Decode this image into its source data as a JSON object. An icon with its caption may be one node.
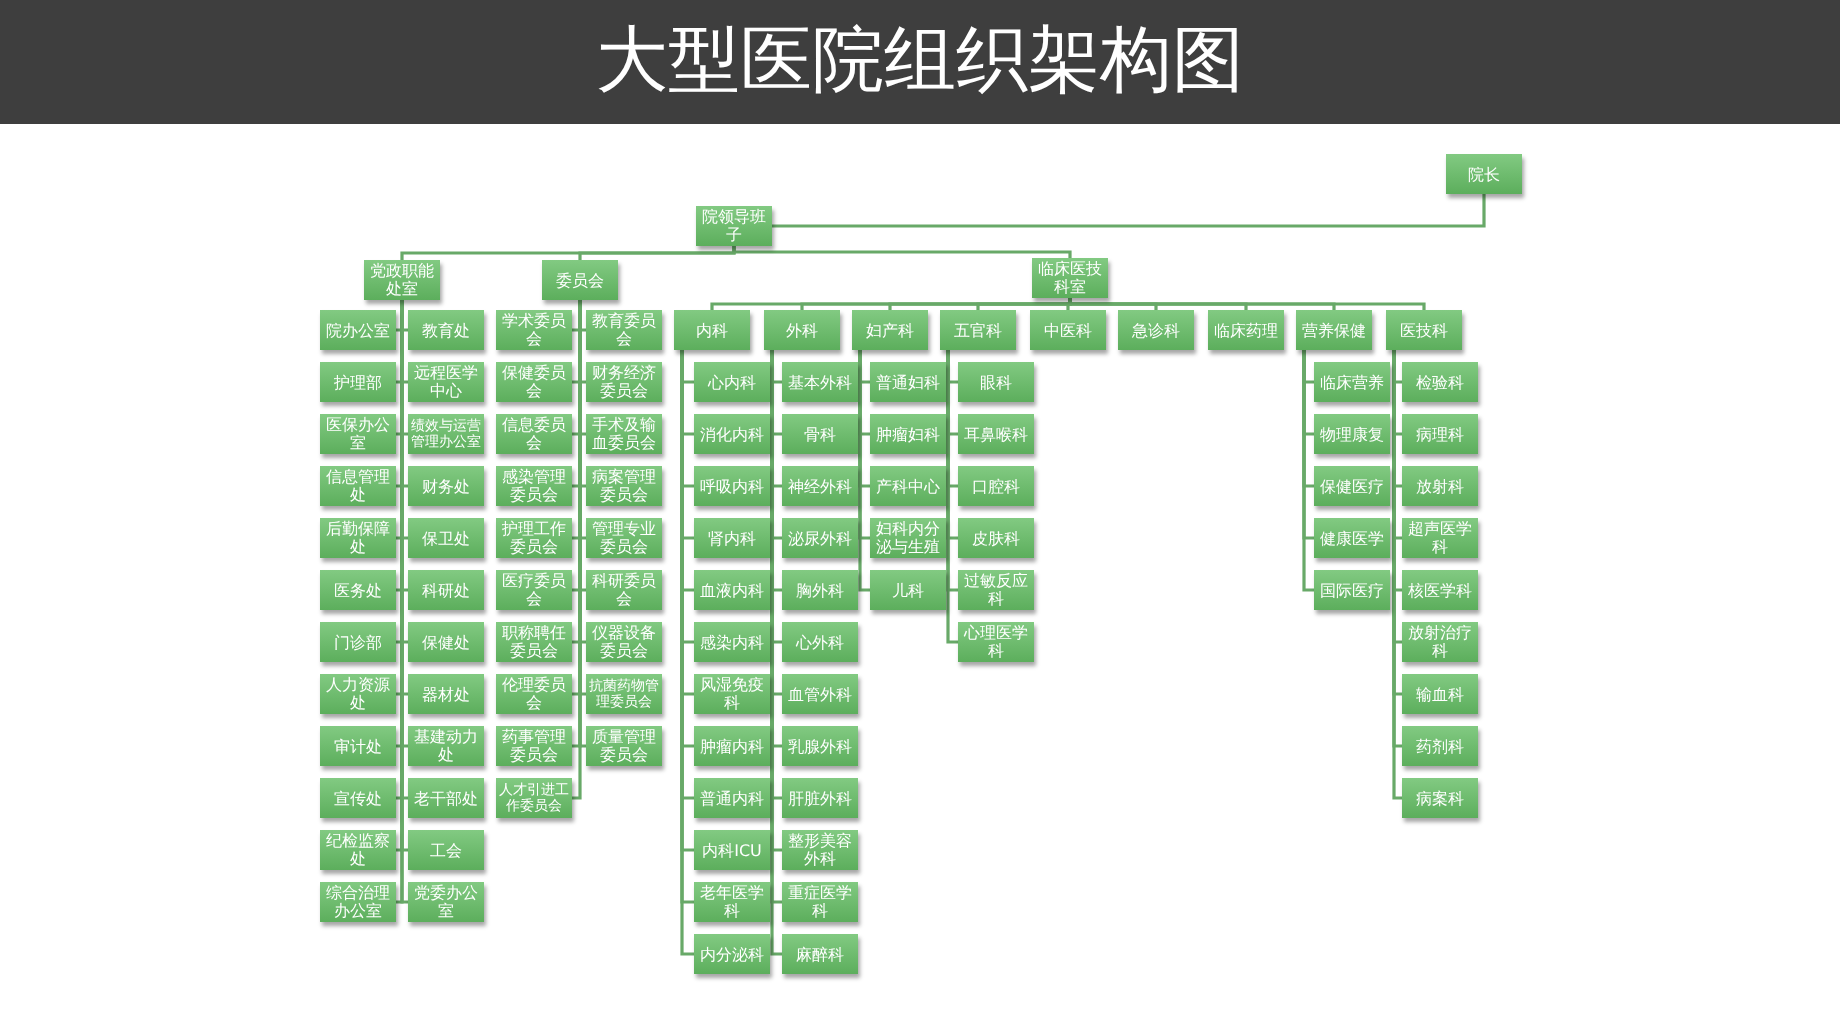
{
  "diagram": {
    "title": "大型医院组织架构图",
    "nodes": [
      {
        "text": [
          "院长"
        ]
      },
      {
        "text": [
          "院领导班子"
        ]
      },
      {
        "text": [
          "党政职能处室"
        ]
      },
      {
        "text": [
          "委员会"
        ]
      },
      {
        "text": [
          "临床医技科室"
        ]
      },
      {
        "text": [
          "院办公室"
        ]
      },
      {
        "text": [
          "教育处"
        ]
      },
      {
        "text": [
          "护理部"
        ]
      },
      {
        "text": [
          "远程医学中心"
        ]
      },
      {
        "text": [
          "医保办公室"
        ]
      },
      {
        "text": [
          "绩效与运营管理办公室"
        ]
      },
      {
        "text": [
          "信息管理处"
        ]
      },
      {
        "text": [
          "财务处"
        ]
      },
      {
        "text": [
          "后勤保障处"
        ]
      },
      {
        "text": [
          "保卫处"
        ]
      },
      {
        "text": [
          "医务处"
        ]
      },
      {
        "text": [
          "科研处"
        ]
      },
      {
        "text": [
          "门诊部"
        ]
      },
      {
        "text": [
          "保健处"
        ]
      },
      {
        "text": [
          "人力资源处"
        ]
      },
      {
        "text": [
          "器材处"
        ]
      },
      {
        "text": [
          "审计处"
        ]
      },
      {
        "text": [
          "基建动力处"
        ]
      },
      {
        "text": [
          "宣传处"
        ]
      },
      {
        "text": [
          "老干部处"
        ]
      },
      {
        "text": [
          "纪检监察处"
        ]
      },
      {
        "text": [
          "工会"
        ]
      },
      {
        "text": [
          "综合治理办公室"
        ]
      },
      {
        "text": [
          "党委办公室"
        ]
      },
      {
        "text": [
          "学术委员会"
        ]
      },
      {
        "text": [
          "教育委员会"
        ]
      },
      {
        "text": [
          "保健委员会"
        ]
      },
      {
        "text": [
          "财务经济委员会"
        ]
      },
      {
        "text": [
          "信息委员会"
        ]
      },
      {
        "text": [
          "手术及输血委员会"
        ]
      },
      {
        "text": [
          "感染管理委员会"
        ]
      },
      {
        "text": [
          "病案管理委员会"
        ]
      },
      {
        "text": [
          "护理工作委员会"
        ]
      },
      {
        "text": [
          "管理专业委员会"
        ]
      },
      {
        "text": [
          "医疗委员会"
        ]
      },
      {
        "text": [
          "科研委员会"
        ]
      },
      {
        "text": [
          "职称聘任委员会"
        ]
      },
      {
        "text": [
          "仪器设备委员会"
        ]
      },
      {
        "text": [
          "伦理委员会"
        ]
      },
      {
        "text": [
          "抗菌药物管理委员会"
        ]
      },
      {
        "text": [
          "药事管理委员会"
        ]
      },
      {
        "text": [
          "质量管理委员会"
        ]
      },
      {
        "text": [
          "人才引进工作委员会"
        ]
      },
      {
        "text": [
          "内科"
        ]
      },
      {
        "text": [
          "外科"
        ]
      },
      {
        "text": [
          "妇产科"
        ]
      },
      {
        "text": [
          "五官科"
        ]
      },
      {
        "text": [
          "中医科"
        ]
      },
      {
        "text": [
          "急诊科"
        ]
      },
      {
        "text": [
          "临床药理"
        ]
      },
      {
        "text": [
          "营养保健"
        ]
      },
      {
        "text": [
          "医技科"
        ]
      },
      {
        "text": [
          "心内科"
        ]
      },
      {
        "text": [
          "消化内科"
        ]
      },
      {
        "text": [
          "呼吸内科"
        ]
      },
      {
        "text": [
          "肾内科"
        ]
      },
      {
        "text": [
          "血液内科"
        ]
      },
      {
        "text": [
          "感染内科"
        ]
      },
      {
        "text": [
          "风湿免疫科"
        ]
      },
      {
        "text": [
          "肿瘤内科"
        ]
      },
      {
        "text": [
          "普通内科"
        ]
      },
      {
        "text": [
          "内科ICU"
        ]
      },
      {
        "text": [
          "老年医学科"
        ]
      },
      {
        "text": [
          "内分泌科"
        ]
      },
      {
        "text": [
          "基本外科"
        ]
      },
      {
        "text": [
          "骨科"
        ]
      },
      {
        "text": [
          "神经外科"
        ]
      },
      {
        "text": [
          "泌尿外科"
        ]
      },
      {
        "text": [
          "胸外科"
        ]
      },
      {
        "text": [
          "心外科"
        ]
      },
      {
        "text": [
          "血管外科"
        ]
      },
      {
        "text": [
          "乳腺外科"
        ]
      },
      {
        "text": [
          "肝脏外科"
        ]
      },
      {
        "text": [
          "整形美容外科"
        ]
      },
      {
        "text": [
          "重症医学科"
        ]
      },
      {
        "text": [
          "麻醉科"
        ]
      },
      {
        "text": [
          "普通妇科"
        ]
      },
      {
        "text": [
          "肿瘤妇科"
        ]
      },
      {
        "text": [
          "产科中心"
        ]
      },
      {
        "text": [
          "妇科内分泌与生殖"
        ]
      },
      {
        "text": [
          "儿科"
        ]
      },
      {
        "text": [
          "眼科"
        ]
      },
      {
        "text": [
          "耳鼻喉科"
        ]
      },
      {
        "text": [
          "口腔科"
        ]
      },
      {
        "text": [
          "皮肤科"
        ]
      },
      {
        "text": [
          "过敏反应科"
        ]
      },
      {
        "text": [
          "心理医学科"
        ]
      },
      {
        "text": [
          "临床营养"
        ]
      },
      {
        "text": [
          "物理康复"
        ]
      },
      {
        "text": [
          "保健医疗"
        ]
      },
      {
        "text": [
          "健康医学"
        ]
      },
      {
        "text": [
          "国际医疗"
        ]
      },
      {
        "text": [
          "检验科"
        ]
      },
      {
        "text": [
          "病理科"
        ]
      },
      {
        "text": [
          "放射科"
        ]
      },
      {
        "text": [
          "超声医学科"
        ]
      },
      {
        "text": [
          "核医学科"
        ]
      },
      {
        "text": [
          "放射治疗科"
        ]
      },
      {
        "text": [
          "输血科"
        ]
      },
      {
        "text": [
          "药剂科"
        ]
      },
      {
        "text": [
          "病案科"
        ]
      }
    ],
    "edges": [
      {
        "from": 0,
        "to": 1,
        "arrow": "none"
      },
      {
        "from": 1,
        "to": 2,
        "arrow": "none"
      },
      {
        "from": 1,
        "to": 3,
        "arrow": "none"
      },
      {
        "from": 1,
        "to": 4,
        "arrow": "none"
      },
      {
        "from": 2,
        "to": 5,
        "arrow": "none"
      },
      {
        "from": 2,
        "to": 6,
        "arrow": "none"
      },
      {
        "from": 2,
        "to": 7,
        "arrow": "none"
      },
      {
        "from": 2,
        "to": 8,
        "arrow": "none"
      },
      {
        "from": 2,
        "to": 9,
        "arrow": "none"
      },
      {
        "from": 2,
        "to": 10,
        "arrow": "none"
      },
      {
        "from": 2,
        "to": 11,
        "arrow": "none"
      },
      {
        "from": 2,
        "to": 12,
        "arrow": "none"
      },
      {
        "from": 2,
        "to": 13,
        "arrow": "none"
      },
      {
        "from": 2,
        "to": 14,
        "arrow": "none"
      },
      {
        "from": 2,
        "to": 15,
        "arrow": "none"
      },
      {
        "from": 2,
        "to": 16,
        "arrow": "none"
      },
      {
        "from": 2,
        "to": 17,
        "arrow": "none"
      },
      {
        "from": 2,
        "to": 18,
        "arrow": "none"
      },
      {
        "from": 2,
        "to": 19,
        "arrow": "none"
      },
      {
        "from": 2,
        "to": 20,
        "arrow": "none"
      },
      {
        "from": 2,
        "to": 21,
        "arrow": "none"
      },
      {
        "from": 2,
        "to": 22,
        "arrow": "none"
      },
      {
        "from": 2,
        "to": 23,
        "arrow": "none"
      },
      {
        "from": 2,
        "to": 24,
        "arrow": "none"
      },
      {
        "from": 2,
        "to": 25,
        "arrow": "none"
      },
      {
        "from": 2,
        "to": 26,
        "arrow": "none"
      },
      {
        "from": 2,
        "to": 27,
        "arrow": "none"
      },
      {
        "from": 2,
        "to": 28,
        "arrow": "none"
      },
      {
        "from": 3,
        "to": 29,
        "arrow": "none"
      },
      {
        "from": 3,
        "to": 30,
        "arrow": "none"
      },
      {
        "from": 3,
        "to": 31,
        "arrow": "none"
      },
      {
        "from": 3,
        "to": 32,
        "arrow": "none"
      },
      {
        "from": 3,
        "to": 33,
        "arrow": "none"
      },
      {
        "from": 3,
        "to": 34,
        "arrow": "none"
      },
      {
        "from": 3,
        "to": 35,
        "arrow": "none"
      },
      {
        "from": 3,
        "to": 36,
        "arrow": "none"
      },
      {
        "from": 3,
        "to": 37,
        "arrow": "none"
      },
      {
        "from": 3,
        "to": 38,
        "arrow": "none"
      },
      {
        "from": 3,
        "to": 39,
        "arrow": "none"
      },
      {
        "from": 3,
        "to": 40,
        "arrow": "none"
      },
      {
        "from": 3,
        "to": 41,
        "arrow": "none"
      },
      {
        "from": 3,
        "to": 42,
        "arrow": "none"
      },
      {
        "from": 3,
        "to": 43,
        "arrow": "none"
      },
      {
        "from": 3,
        "to": 44,
        "arrow": "none"
      },
      {
        "from": 3,
        "to": 45,
        "arrow": "none"
      },
      {
        "from": 3,
        "to": 46,
        "arrow": "none"
      },
      {
        "from": 3,
        "to": 47,
        "arrow": "none"
      },
      {
        "from": 4,
        "to": 48,
        "arrow": "none"
      },
      {
        "from": 4,
        "to": 49,
        "arrow": "none"
      },
      {
        "from": 4,
        "to": 50,
        "arrow": "none"
      },
      {
        "from": 4,
        "to": 51,
        "arrow": "none"
      },
      {
        "from": 4,
        "to": 52,
        "arrow": "none"
      },
      {
        "from": 4,
        "to": 53,
        "arrow": "none"
      },
      {
        "from": 4,
        "to": 54,
        "arrow": "none"
      },
      {
        "from": 4,
        "to": 55,
        "arrow": "none"
      },
      {
        "from": 4,
        "to": 56,
        "arrow": "none"
      },
      {
        "from": 48,
        "to": 57,
        "arrow": "none"
      },
      {
        "from": 48,
        "to": 58,
        "arrow": "none"
      },
      {
        "from": 48,
        "to": 59,
        "arrow": "none"
      },
      {
        "from": 48,
        "to": 60,
        "arrow": "none"
      },
      {
        "from": 48,
        "to": 61,
        "arrow": "none"
      },
      {
        "from": 48,
        "to": 62,
        "arrow": "none"
      },
      {
        "from": 48,
        "to": 63,
        "arrow": "none"
      },
      {
        "from": 48,
        "to": 64,
        "arrow": "none"
      },
      {
        "from": 48,
        "to": 65,
        "arrow": "none"
      },
      {
        "from": 48,
        "to": 66,
        "arrow": "none"
      },
      {
        "from": 48,
        "to": 67,
        "arrow": "none"
      },
      {
        "from": 48,
        "to": 68,
        "arrow": "none"
      },
      {
        "from": 49,
        "to": 69,
        "arrow": "none"
      },
      {
        "from": 49,
        "to": 70,
        "arrow": "none"
      },
      {
        "from": 49,
        "to": 71,
        "arrow": "none"
      },
      {
        "from": 49,
        "to": 72,
        "arrow": "none"
      },
      {
        "from": 49,
        "to": 73,
        "arrow": "none"
      },
      {
        "from": 49,
        "to": 74,
        "arrow": "none"
      },
      {
        "from": 49,
        "to": 75,
        "arrow": "none"
      },
      {
        "from": 49,
        "to": 76,
        "arrow": "none"
      },
      {
        "from": 49,
        "to": 77,
        "arrow": "none"
      },
      {
        "from": 49,
        "to": 78,
        "arrow": "none"
      },
      {
        "from": 49,
        "to": 79,
        "arrow": "none"
      },
      {
        "from": 49,
        "to": 80,
        "arrow": "none"
      },
      {
        "from": 50,
        "to": 81,
        "arrow": "none"
      },
      {
        "from": 50,
        "to": 82,
        "arrow": "none"
      },
      {
        "from": 50,
        "to": 83,
        "arrow": "none"
      },
      {
        "from": 50,
        "to": 84,
        "arrow": "none"
      },
      {
        "from": 50,
        "to": 85,
        "arrow": "none"
      },
      {
        "from": 51,
        "to": 86,
        "arrow": "none"
      },
      {
        "from": 51,
        "to": 87,
        "arrow": "none"
      },
      {
        "from": 51,
        "to": 88,
        "arrow": "none"
      },
      {
        "from": 51,
        "to": 89,
        "arrow": "none"
      },
      {
        "from": 51,
        "to": 90,
        "arrow": "none"
      },
      {
        "from": 51,
        "to": 91,
        "arrow": "none"
      },
      {
        "from": 55,
        "to": 92,
        "arrow": "none"
      },
      {
        "from": 55,
        "to": 93,
        "arrow": "none"
      },
      {
        "from": 55,
        "to": 94,
        "arrow": "none"
      },
      {
        "from": 55,
        "to": 95,
        "arrow": "none"
      },
      {
        "from": 55,
        "to": 96,
        "arrow": "none"
      },
      {
        "from": 56,
        "to": 97,
        "arrow": "none"
      },
      {
        "from": 56,
        "to": 98,
        "arrow": "none"
      },
      {
        "from": 56,
        "to": 99,
        "arrow": "none"
      },
      {
        "from": 56,
        "to": 100,
        "arrow": "none"
      },
      {
        "from": 56,
        "to": 101,
        "arrow": "none"
      },
      {
        "from": 56,
        "to": 102,
        "arrow": "none"
      },
      {
        "from": 56,
        "to": 103,
        "arrow": "none"
      },
      {
        "from": 56,
        "to": 104,
        "arrow": "none"
      },
      {
        "from": 56,
        "to": 105,
        "arrow": "none"
      }
    ]
  }
}
